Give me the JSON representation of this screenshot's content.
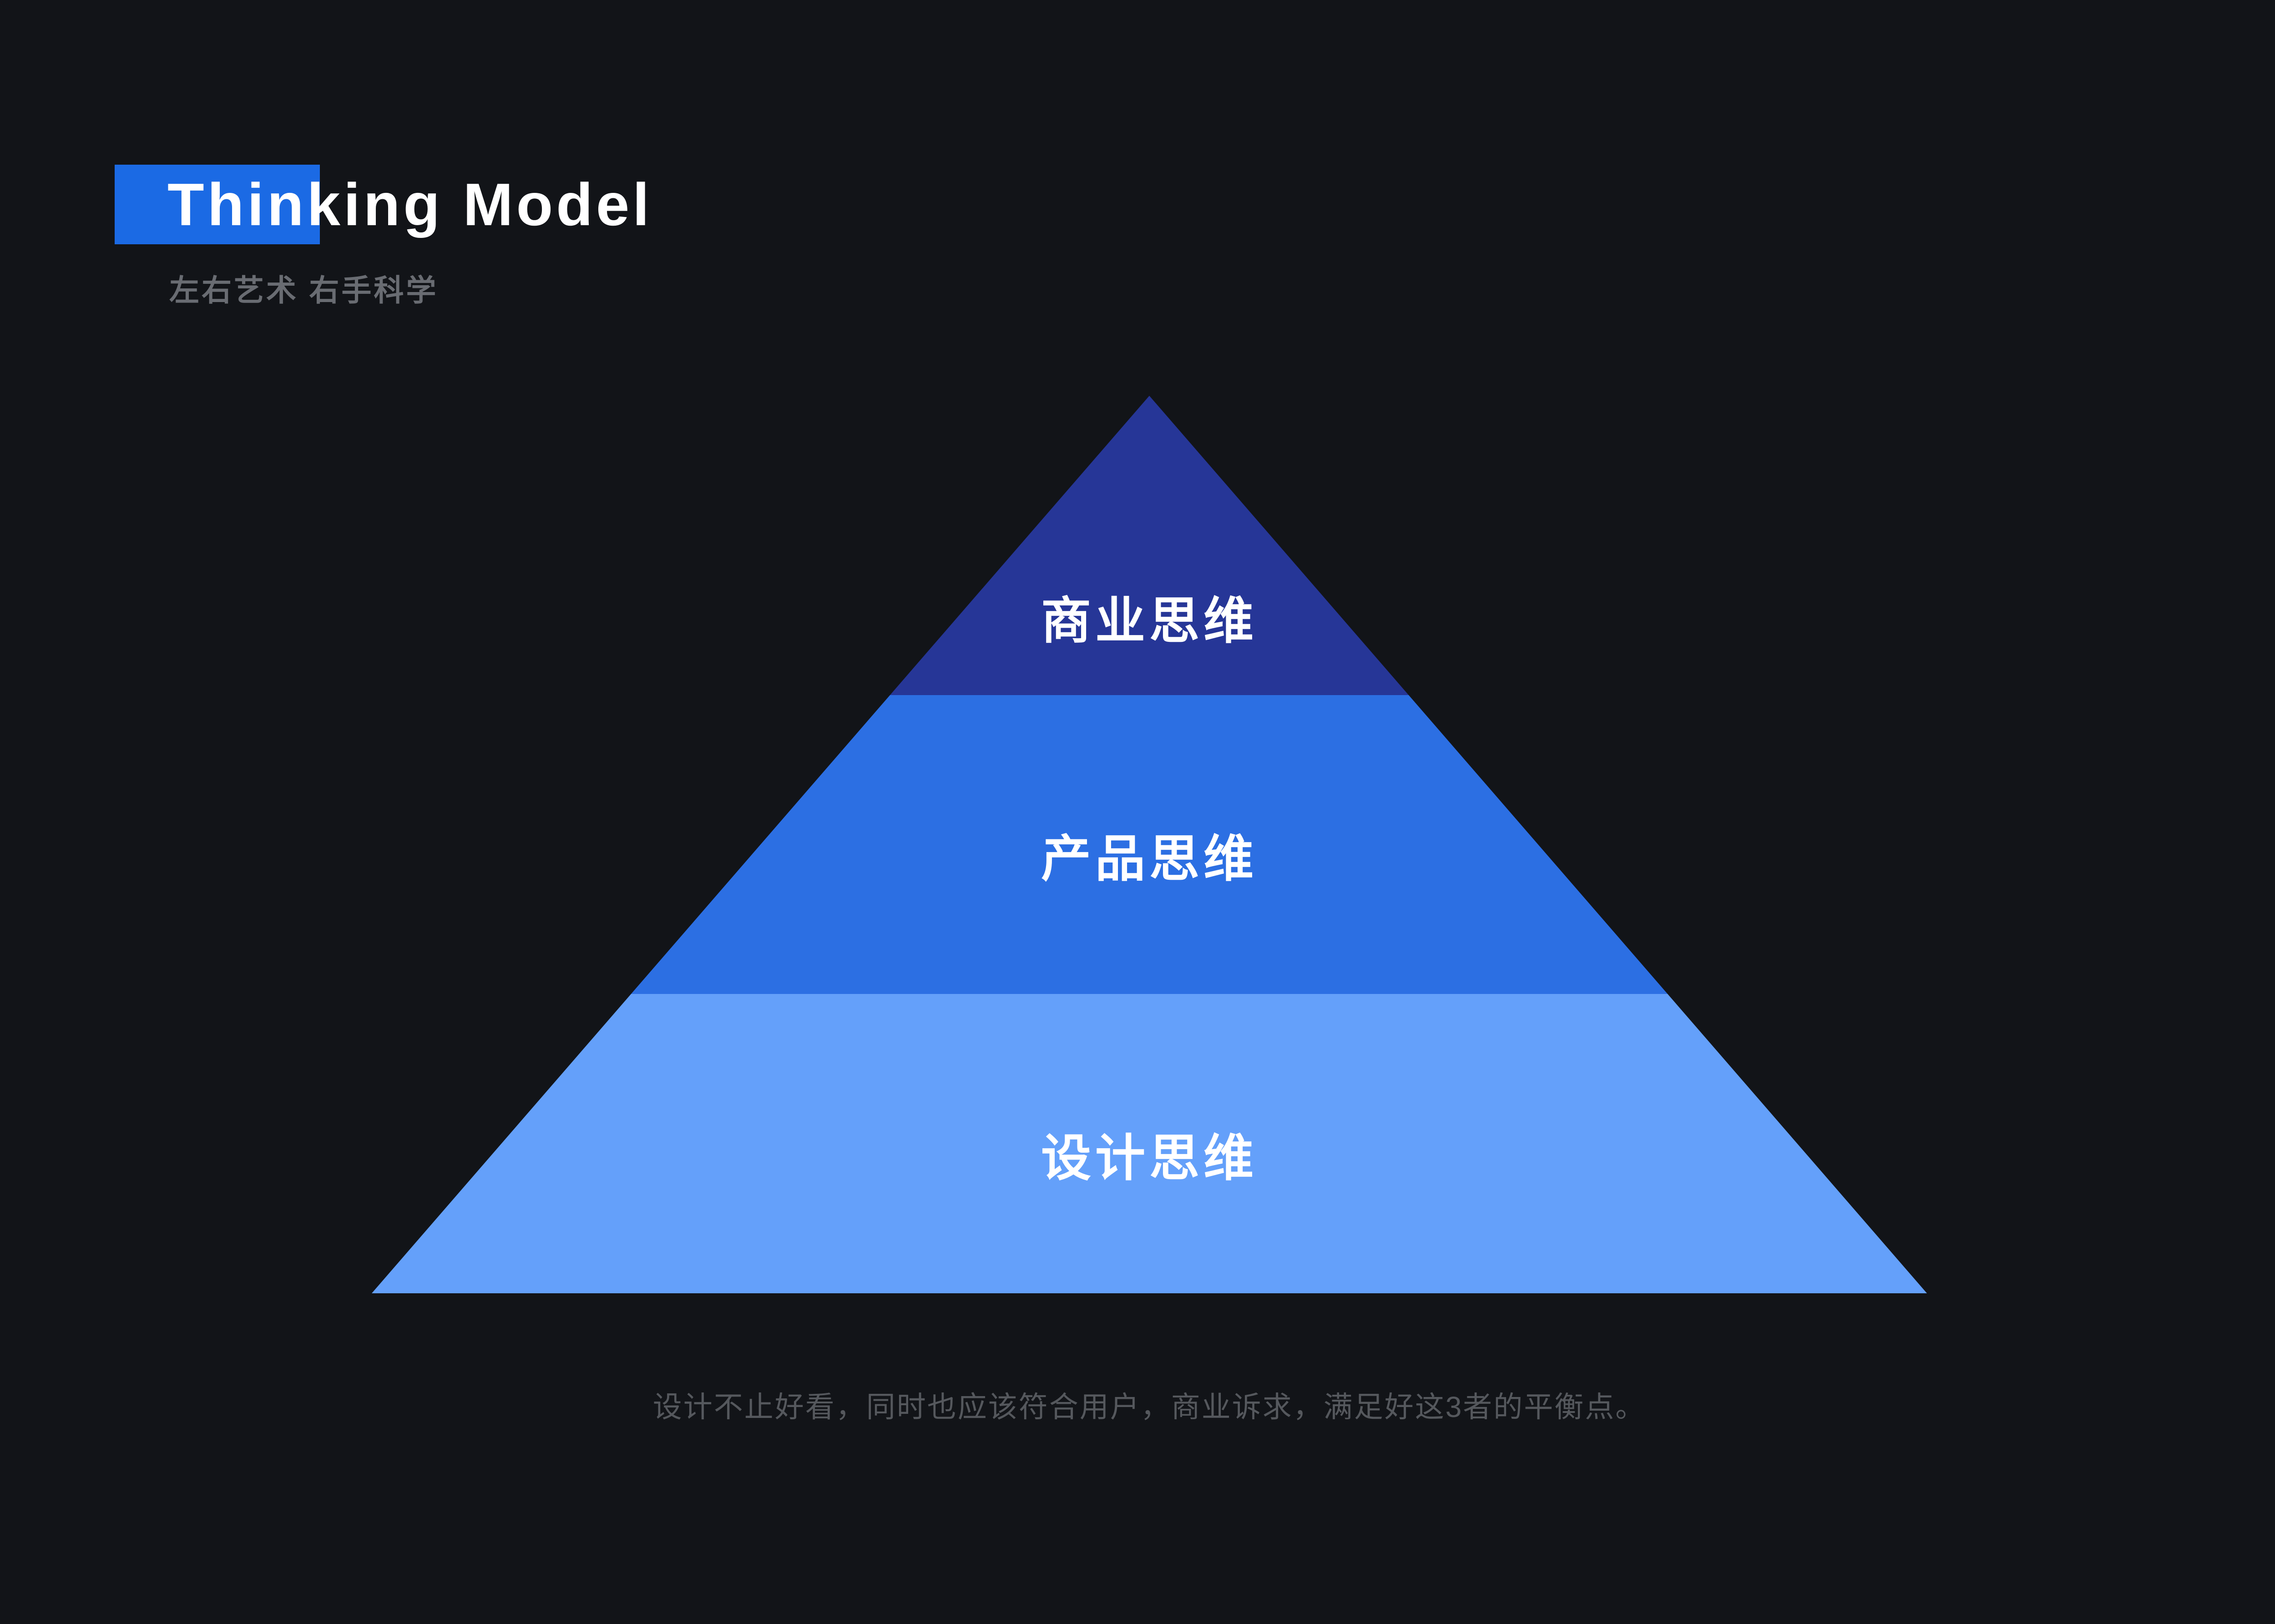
{
  "page": {
    "background_color": "#121418"
  },
  "header": {
    "title": "Thinking Model",
    "subtitle": "左右艺术 右手科学",
    "highlight_color": "#1B6AE4",
    "title_color": "#FFFFFF",
    "subtitle_color": "#696C72"
  },
  "chart_data": {
    "type": "pyramid",
    "title": "Thinking Model",
    "layers": [
      {
        "rank": 1,
        "position": "top",
        "label": "商业思维",
        "color": "#263697"
      },
      {
        "rank": 2,
        "position": "middle",
        "label": "产品思维",
        "color": "#2C6FE3"
      },
      {
        "rank": 3,
        "position": "bottom",
        "label": "设计思维",
        "color": "#64A0FA"
      }
    ],
    "layer_heights_equal": true,
    "label_color": "#FFFFFF"
  },
  "caption": {
    "text": "设计不止好看，同时也应该符合用户，商业诉求，满足好这3者的平衡点。",
    "color": "#55585D"
  }
}
